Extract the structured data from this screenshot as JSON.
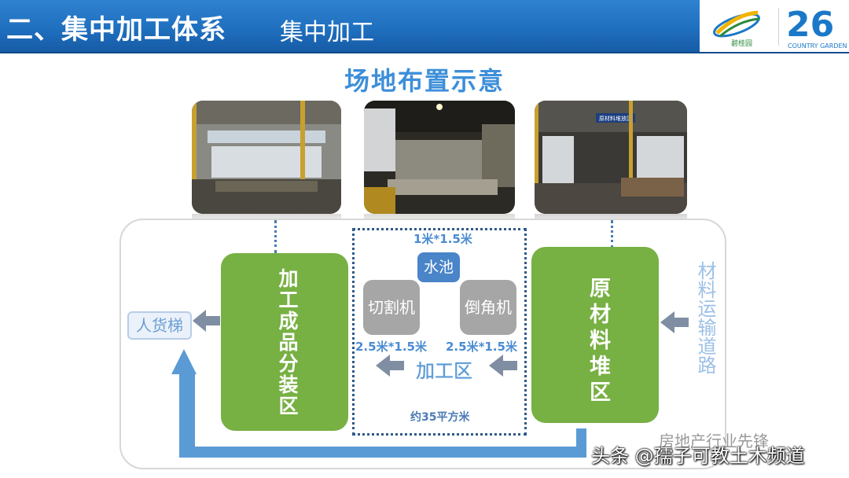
{
  "header": {
    "title": "二、集中加工体系",
    "subtitle": "集中加工",
    "logo_text": "碧桂园",
    "anniversary": "26",
    "anniversary_sub": "COUNTRY GARDEN"
  },
  "slide": {
    "title": "场地布置示意"
  },
  "photos": [
    {
      "name": "finished-area-photo"
    },
    {
      "name": "processing-area-photo"
    },
    {
      "name": "raw-material-photo",
      "sign_text": "原材料堆放区"
    }
  ],
  "layout_labels": {
    "finished_zone": "加工成品分装区",
    "raw_zone": "原材料堆区",
    "water_pool": "水池",
    "water_pool_size": "1米*1.5米",
    "cutter": "切割机",
    "cutter_size": "2.5米*1.5米",
    "chamfer": "倒角机",
    "chamfer_size": "2.5米*1.5米",
    "processing_zone": "加工区",
    "area": "约35平方米",
    "lift": "人货梯",
    "transport_road": "材料运输道路"
  },
  "watermark": {
    "line1": "房地产行业先锋",
    "line2": "头条 @孺子可教土木频道"
  },
  "colors": {
    "header_blue": "#1f6fbf",
    "zone_green": "#77b043",
    "machine_gray": "#a6a6a6",
    "pool_blue": "#4a84c9",
    "arrow_blue": "#5b9bd5",
    "arrow_gray": "#7f8ea3"
  }
}
